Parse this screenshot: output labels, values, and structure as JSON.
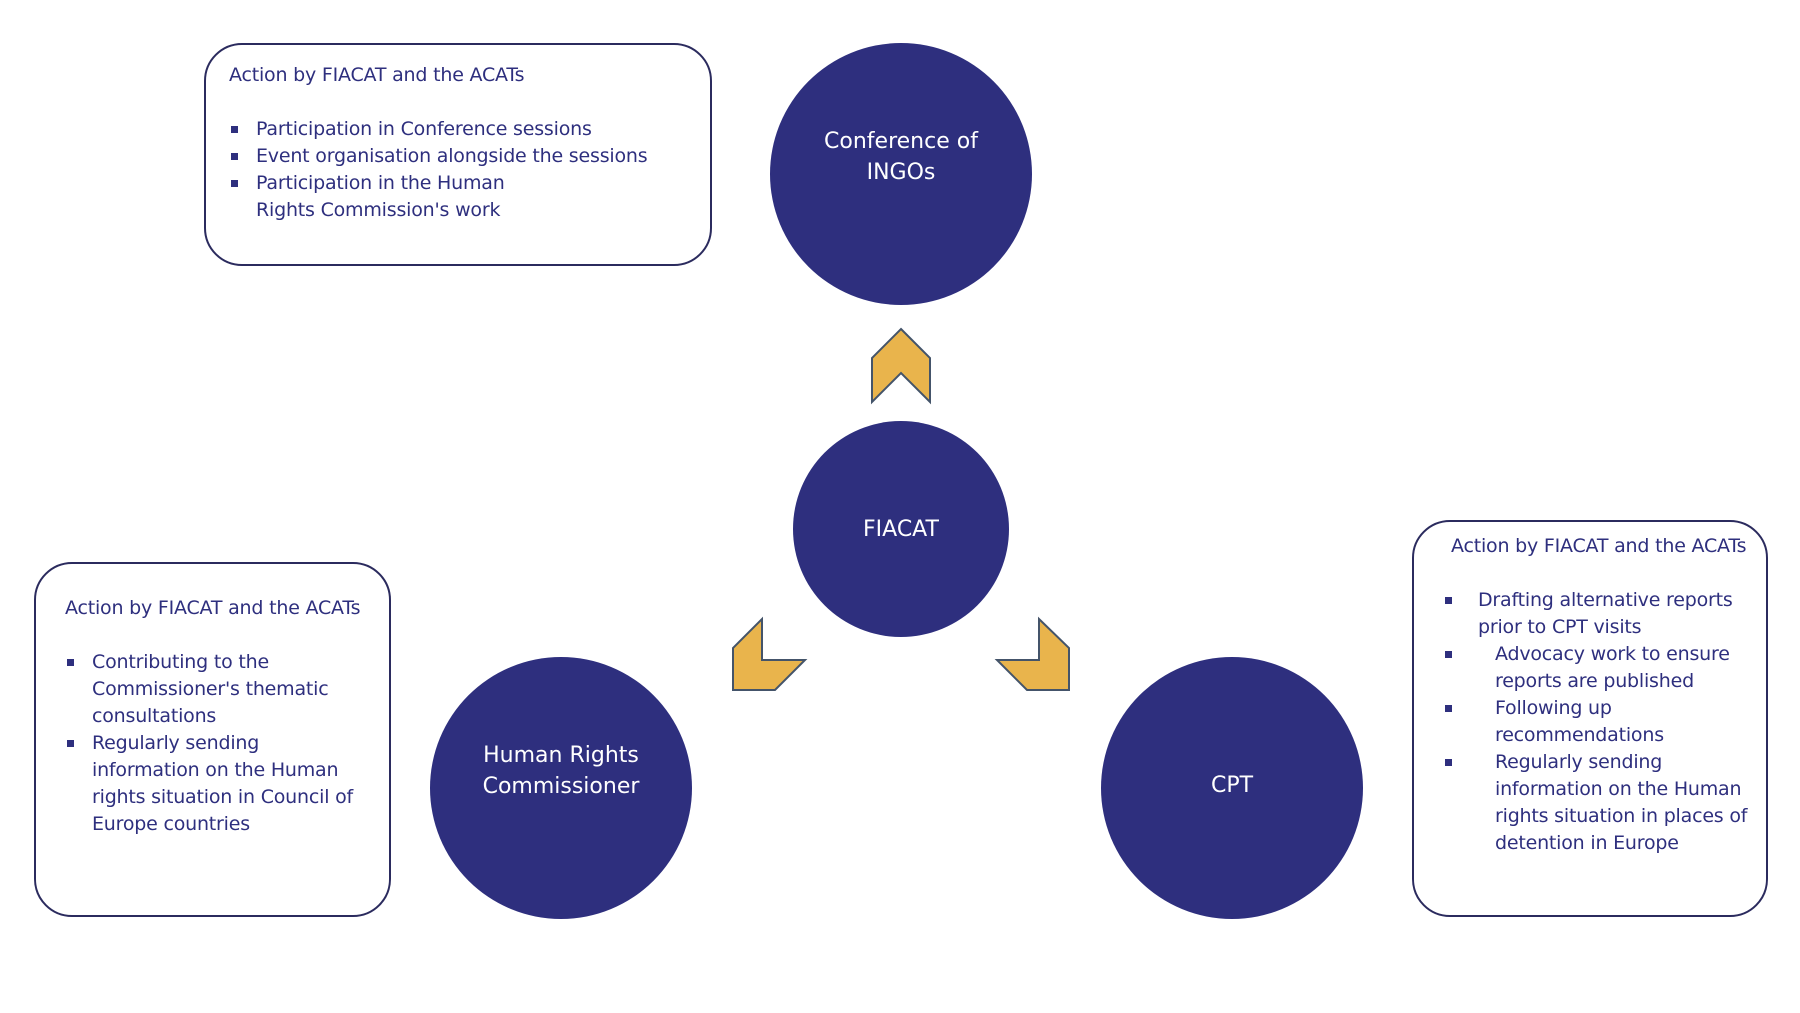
{
  "diagram": {
    "center": {
      "label": "FIACAT"
    },
    "nodes": [
      {
        "id": "ingos",
        "label": "Conference of INGOs",
        "actions": {
          "title": "Action by FIACAT and the ACATs",
          "items": [
            "Participation in Conference sessions",
            "Event organisation alongside the sessions",
            "Participation in the Human Rights Commission's work"
          ]
        }
      },
      {
        "id": "hrc",
        "label": "Human Rights Commissioner",
        "actions": {
          "title": "Action by FIACAT and the ACATs",
          "items": [
            "Contributing to the Commissioner's thematic consultations",
            "Regularly sending information on the Human rights situation in Council of Europe countries"
          ]
        }
      },
      {
        "id": "cpt",
        "label": "CPT",
        "actions": {
          "title": "Action by FIACAT and the ACATs",
          "items": [
            "Drafting alternative reports prior to CPT visits",
            "Advocacy work to ensure reports are published",
            "Following up recommendations",
            "Regularly sending information on the  Human rights situation in places of detention in Europe"
          ]
        }
      }
    ],
    "arrows": [
      {
        "from": "FIACAT",
        "to": "Conference of INGOs",
        "direction": "up"
      },
      {
        "from": "FIACAT",
        "to": "Human Rights Commissioner",
        "direction": "down-left"
      },
      {
        "from": "FIACAT",
        "to": "CPT",
        "direction": "down-right"
      }
    ],
    "colors": {
      "circle_fill": "#2E2F7E",
      "circle_text": "#FFFFFF",
      "box_border": "#2B2B5E",
      "box_text": "#2E2F7E",
      "arrow_fill": "#E9B44C",
      "arrow_stroke": "#44546A"
    }
  }
}
